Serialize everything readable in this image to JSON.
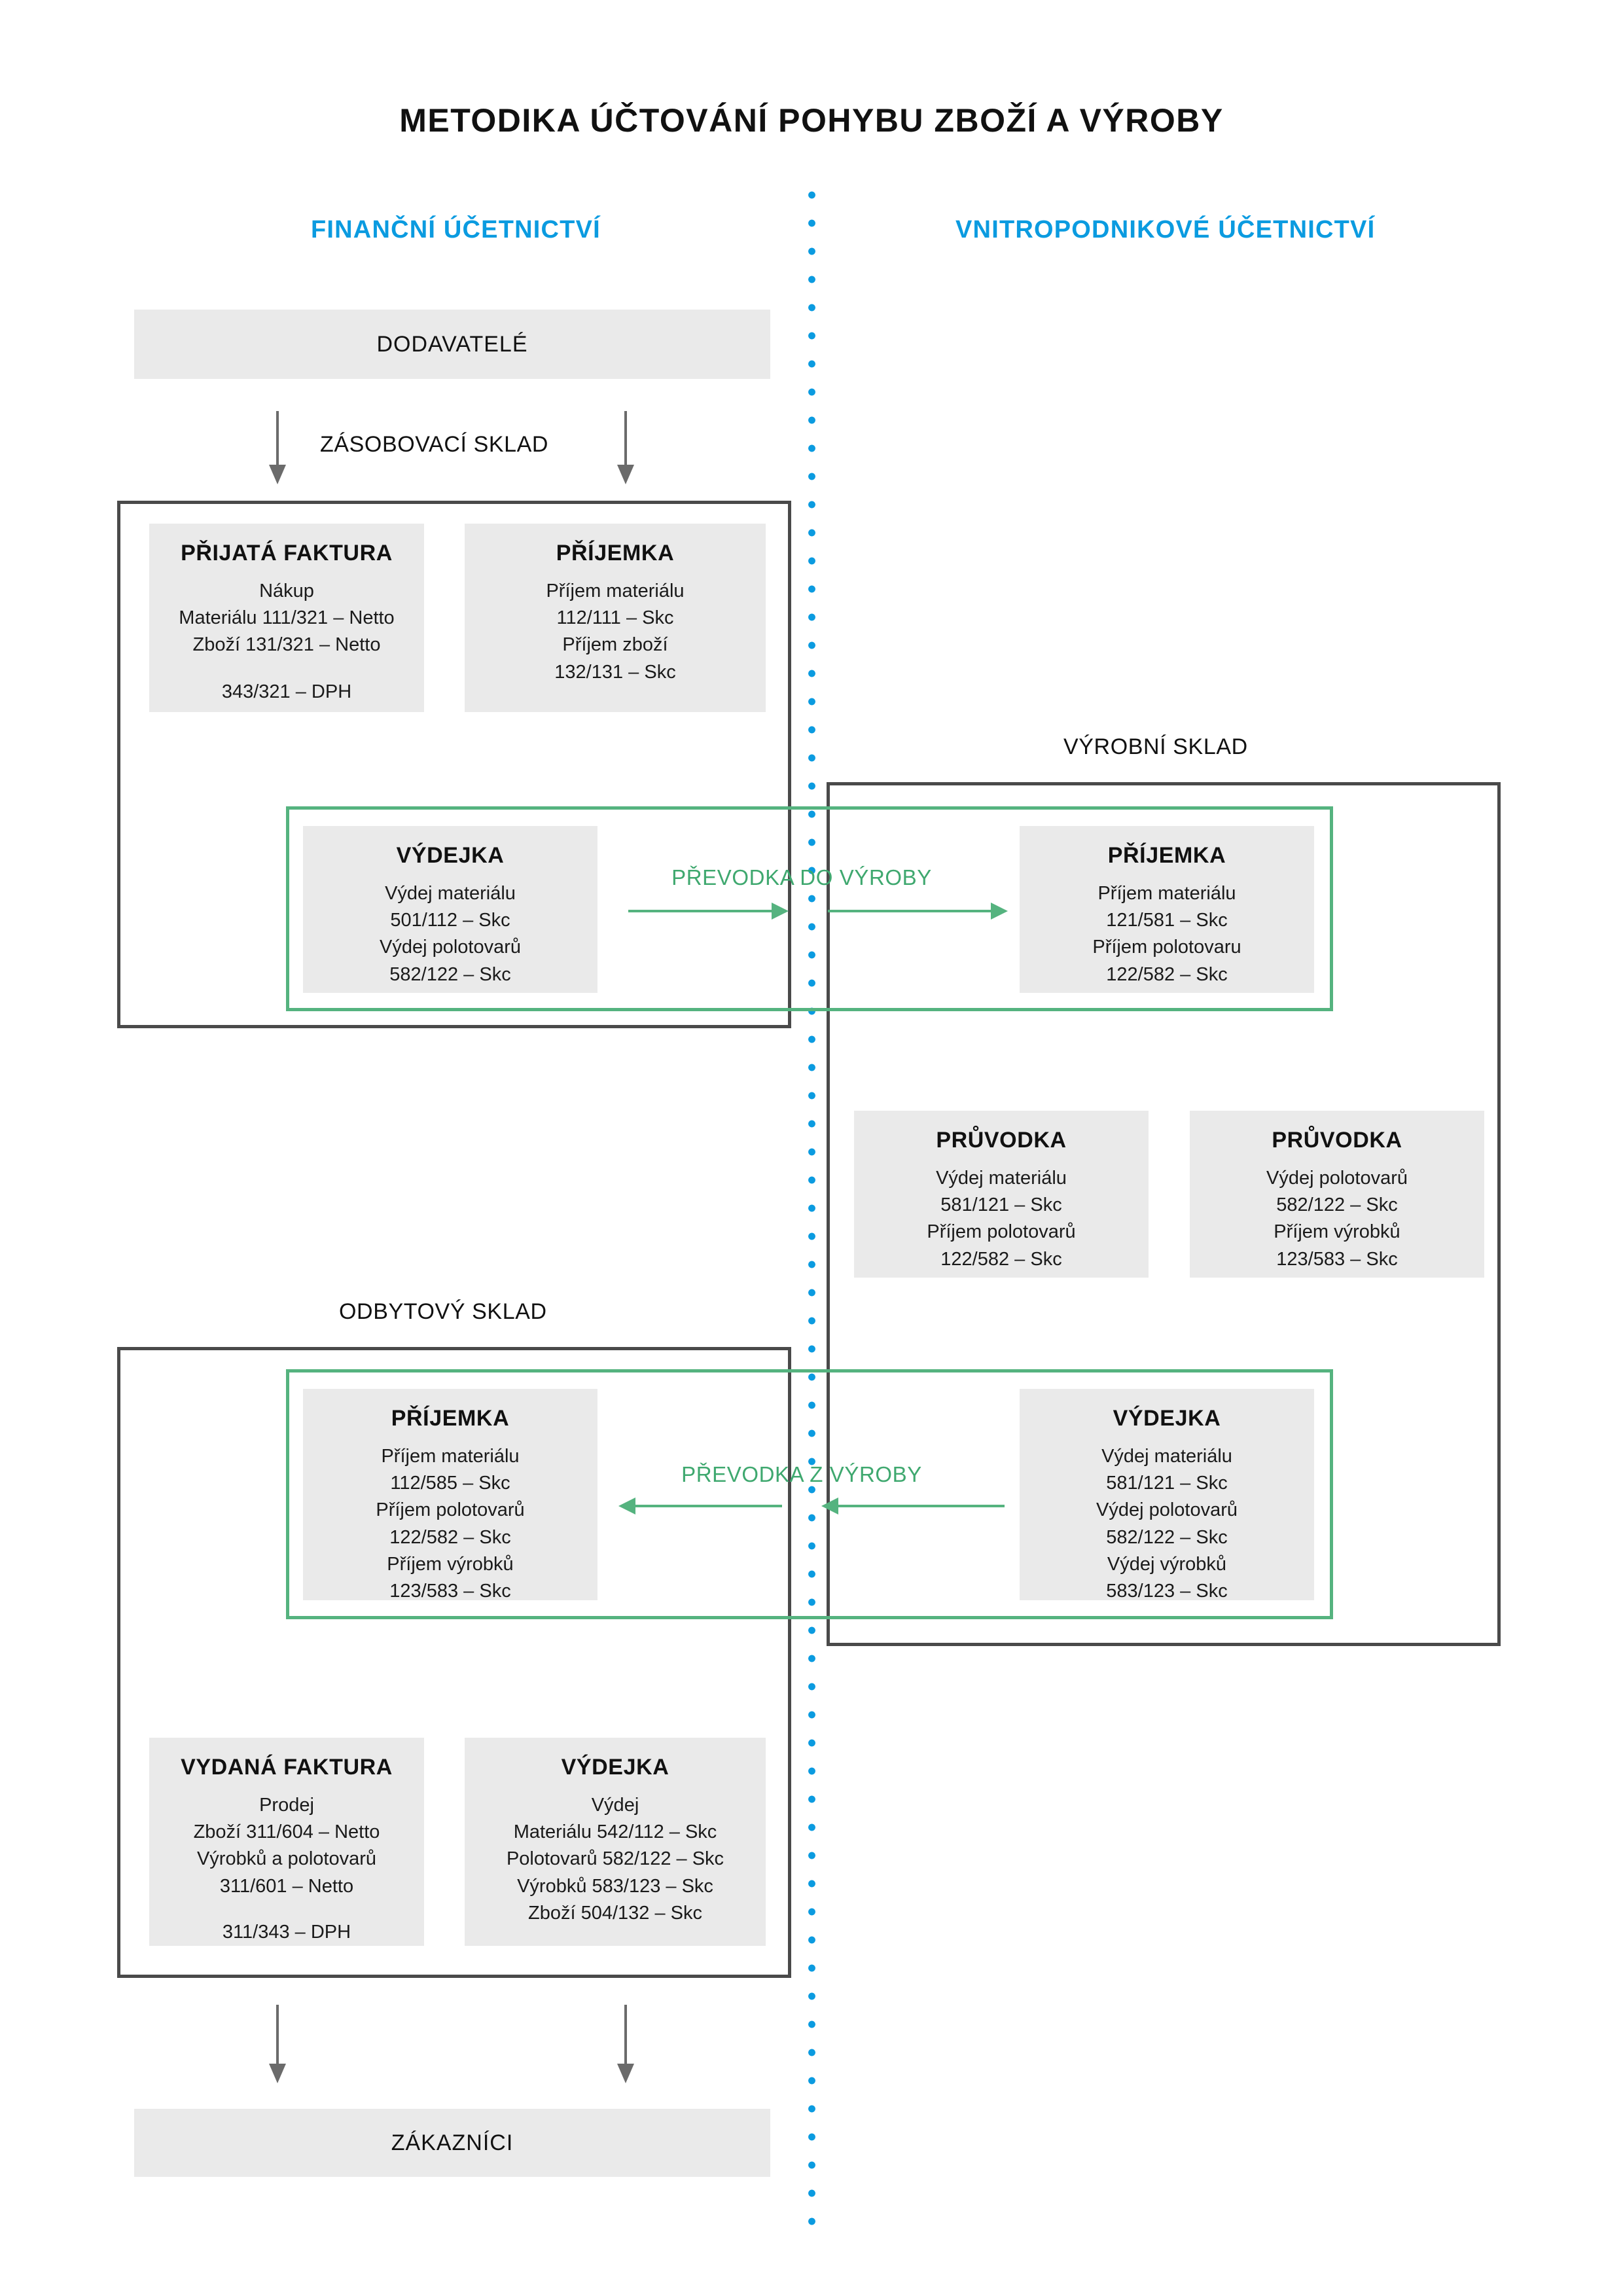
{
  "title": "METODIKA ÚČTOVÁNÍ POHYBU ZBOŽÍ A VÝROBY",
  "colors": {
    "accent_blue": "#0B9BE0",
    "accent_green": "#55b37f",
    "card_grey": "#eaeaea",
    "frame_dark": "#4a4a4a",
    "arrow_grey": "#6b6b6b"
  },
  "columns": {
    "financial": "FINANČNÍ ÚČETNICTVÍ",
    "internal": "VNITROPODNIKOVÉ ÚČETNICTVÍ"
  },
  "endpoints": {
    "suppliers": "DODAVATELÉ",
    "customers": "ZÁKAZNÍCI"
  },
  "warehouses": {
    "supply": "ZÁSOBOVACÍ SKLAD",
    "production": "VÝROBNÍ SKLAD",
    "sales": "ODBYTOVÝ SKLAD"
  },
  "transfers": {
    "to_production": "PŘEVODKA  DO VÝROBY",
    "from_production": "PŘEVODKA  Z VÝROBY"
  },
  "cards": {
    "received_invoice": {
      "title": "PŘIJATÁ FAKTURA",
      "lines": [
        "Nákup",
        "Materiálu 111/321 – Netto",
        "Zboží 131/321 – Netto"
      ],
      "lines2": [
        "343/321 – DPH"
      ]
    },
    "receipt_supply": {
      "title": "PŘÍJEMKA",
      "lines": [
        "Příjem materiálu",
        "112/111 – Skc",
        "Příjem zboží",
        "132/131 – Skc"
      ]
    },
    "issue_to_production": {
      "title": "VÝDEJKA",
      "lines": [
        "Výdej materiálu",
        "501/112 – Skc",
        "Výdej polotovarů",
        "582/122 – Skc"
      ]
    },
    "receipt_production": {
      "title": "PŘÍJEMKA",
      "lines": [
        "Příjem materiálu",
        "121/581 – Skc",
        "Příjem polotovaru",
        "122/582 – Skc"
      ]
    },
    "routing_left": {
      "title": "PRŮVODKA",
      "lines": [
        "Výdej materiálu",
        "581/121 – Skc",
        "Příjem polotovarů",
        "122/582 – Skc"
      ]
    },
    "routing_right": {
      "title": "PRŮVODKA",
      "lines": [
        "Výdej polotovarů",
        "582/122 – Skc",
        "Příjem výrobků",
        "123/583 – Skc"
      ]
    },
    "receipt_sales": {
      "title": "PŘÍJEMKA",
      "lines": [
        "Příjem materiálu",
        "112/585 – Skc",
        "Příjem polotovarů",
        "122/582 – Skc",
        "Příjem výrobků",
        "123/583 – Skc"
      ]
    },
    "issue_from_production": {
      "title": "VÝDEJKA",
      "lines": [
        "Výdej materiálu",
        "581/121 – Skc",
        "Výdej polotovarů",
        "582/122 – Skc",
        "Výdej výrobků",
        "583/123 – Skc"
      ]
    },
    "issued_invoice": {
      "title": "VYDANÁ FAKTURA",
      "lines": [
        "Prodej",
        "Zboží 311/604 – Netto",
        "Výrobků a polotovarů",
        "311/601 – Netto"
      ],
      "lines2": [
        "311/343 – DPH"
      ]
    },
    "issue_sales": {
      "title": "VÝDEJKA",
      "lines": [
        "Výdej",
        "Materiálu 542/112 – Skc",
        "Polotovarů 582/122 – Skc",
        "Výrobků 583/123 – Skc",
        "Zboží 504/132 – Skc"
      ]
    }
  }
}
